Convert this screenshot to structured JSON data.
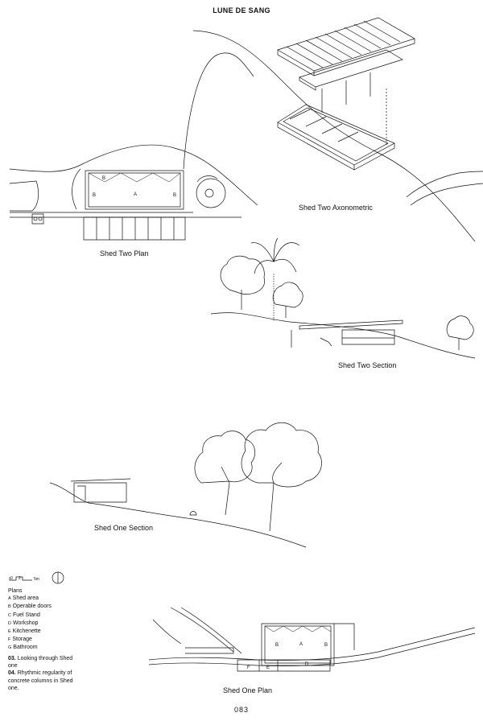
{
  "page": {
    "title": "LUNE DE SANG",
    "page_number": "083"
  },
  "captions": {
    "shed_two_axonometric": "Shed Two Axonometric",
    "shed_two_plan": "Shed Two Plan",
    "shed_two_section": "Shed Two Section",
    "shed_one_section": "Shed One Section",
    "shed_one_plan": "Shed One Plan"
  },
  "scale_bar": {
    "labels": [
      "0",
      "2",
      "5m"
    ]
  },
  "plan_labels": {
    "shed_two": {
      "A": "A",
      "B": "B"
    },
    "shed_one": {
      "A": "A",
      "B": "B",
      "D": "D",
      "E": "E",
      "F": "F"
    }
  },
  "legend": {
    "heading": "Plans",
    "items": [
      {
        "code": "A",
        "text": "Shed area"
      },
      {
        "code": "B",
        "text": "Operable doors"
      },
      {
        "code": "C",
        "text": "Fuel Stand"
      },
      {
        "code": "D",
        "text": "Workshop"
      },
      {
        "code": "E",
        "text": "Kitchenette"
      },
      {
        "code": "F",
        "text": "Storage"
      },
      {
        "code": "G",
        "text": "Bathroom"
      }
    ]
  },
  "notes": [
    {
      "number": "03.",
      "text": "Looking through Shed one"
    },
    {
      "number": "04.",
      "text": "Rhythmic regularity of concrete columns in Shed one."
    }
  ]
}
